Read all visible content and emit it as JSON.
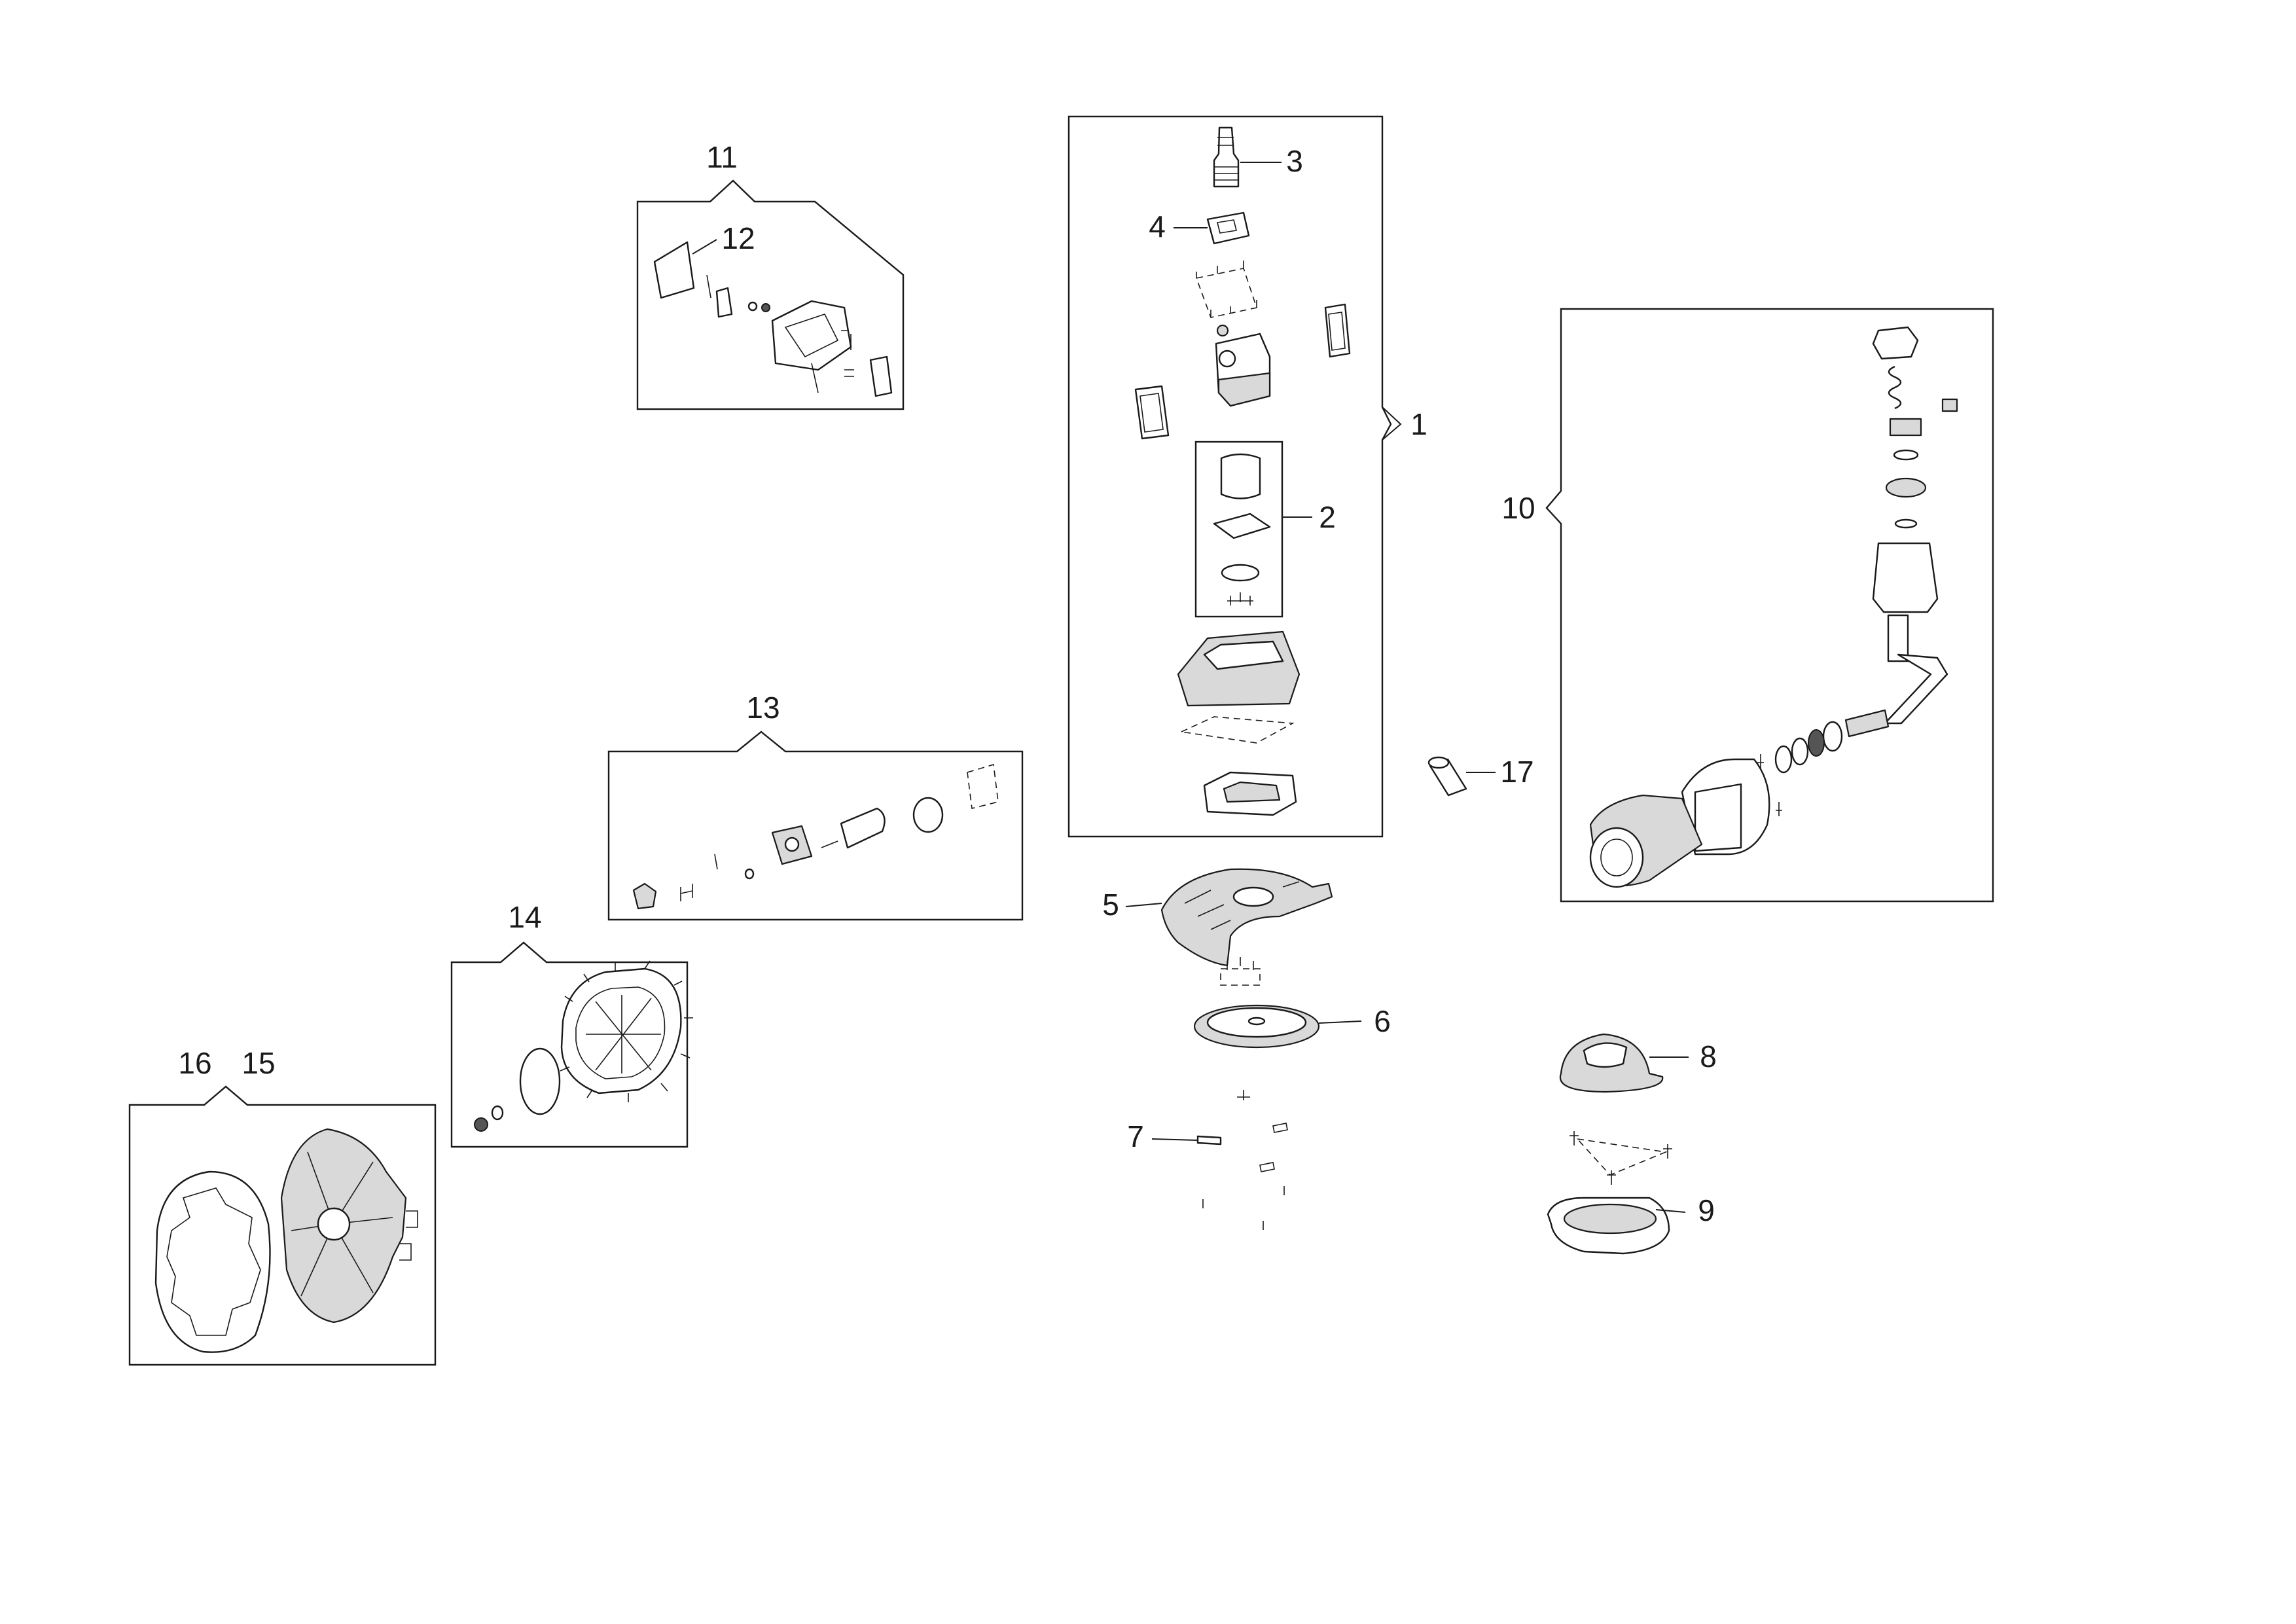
{
  "callouts": {
    "c1": "1",
    "c2": "2",
    "c3": "3",
    "c4": "4",
    "c5": "5",
    "c6": "6",
    "c7": "7",
    "c8": "8",
    "c9": "9",
    "c10": "10",
    "c11": "11",
    "c12": "12",
    "c13": "13",
    "c14": "14",
    "c15": "15",
    "c16": "16",
    "c17": "17"
  },
  "colors": {
    "line": "#1a1a1a",
    "fill_light": "#d9d9d9",
    "background": "#ffffff"
  }
}
